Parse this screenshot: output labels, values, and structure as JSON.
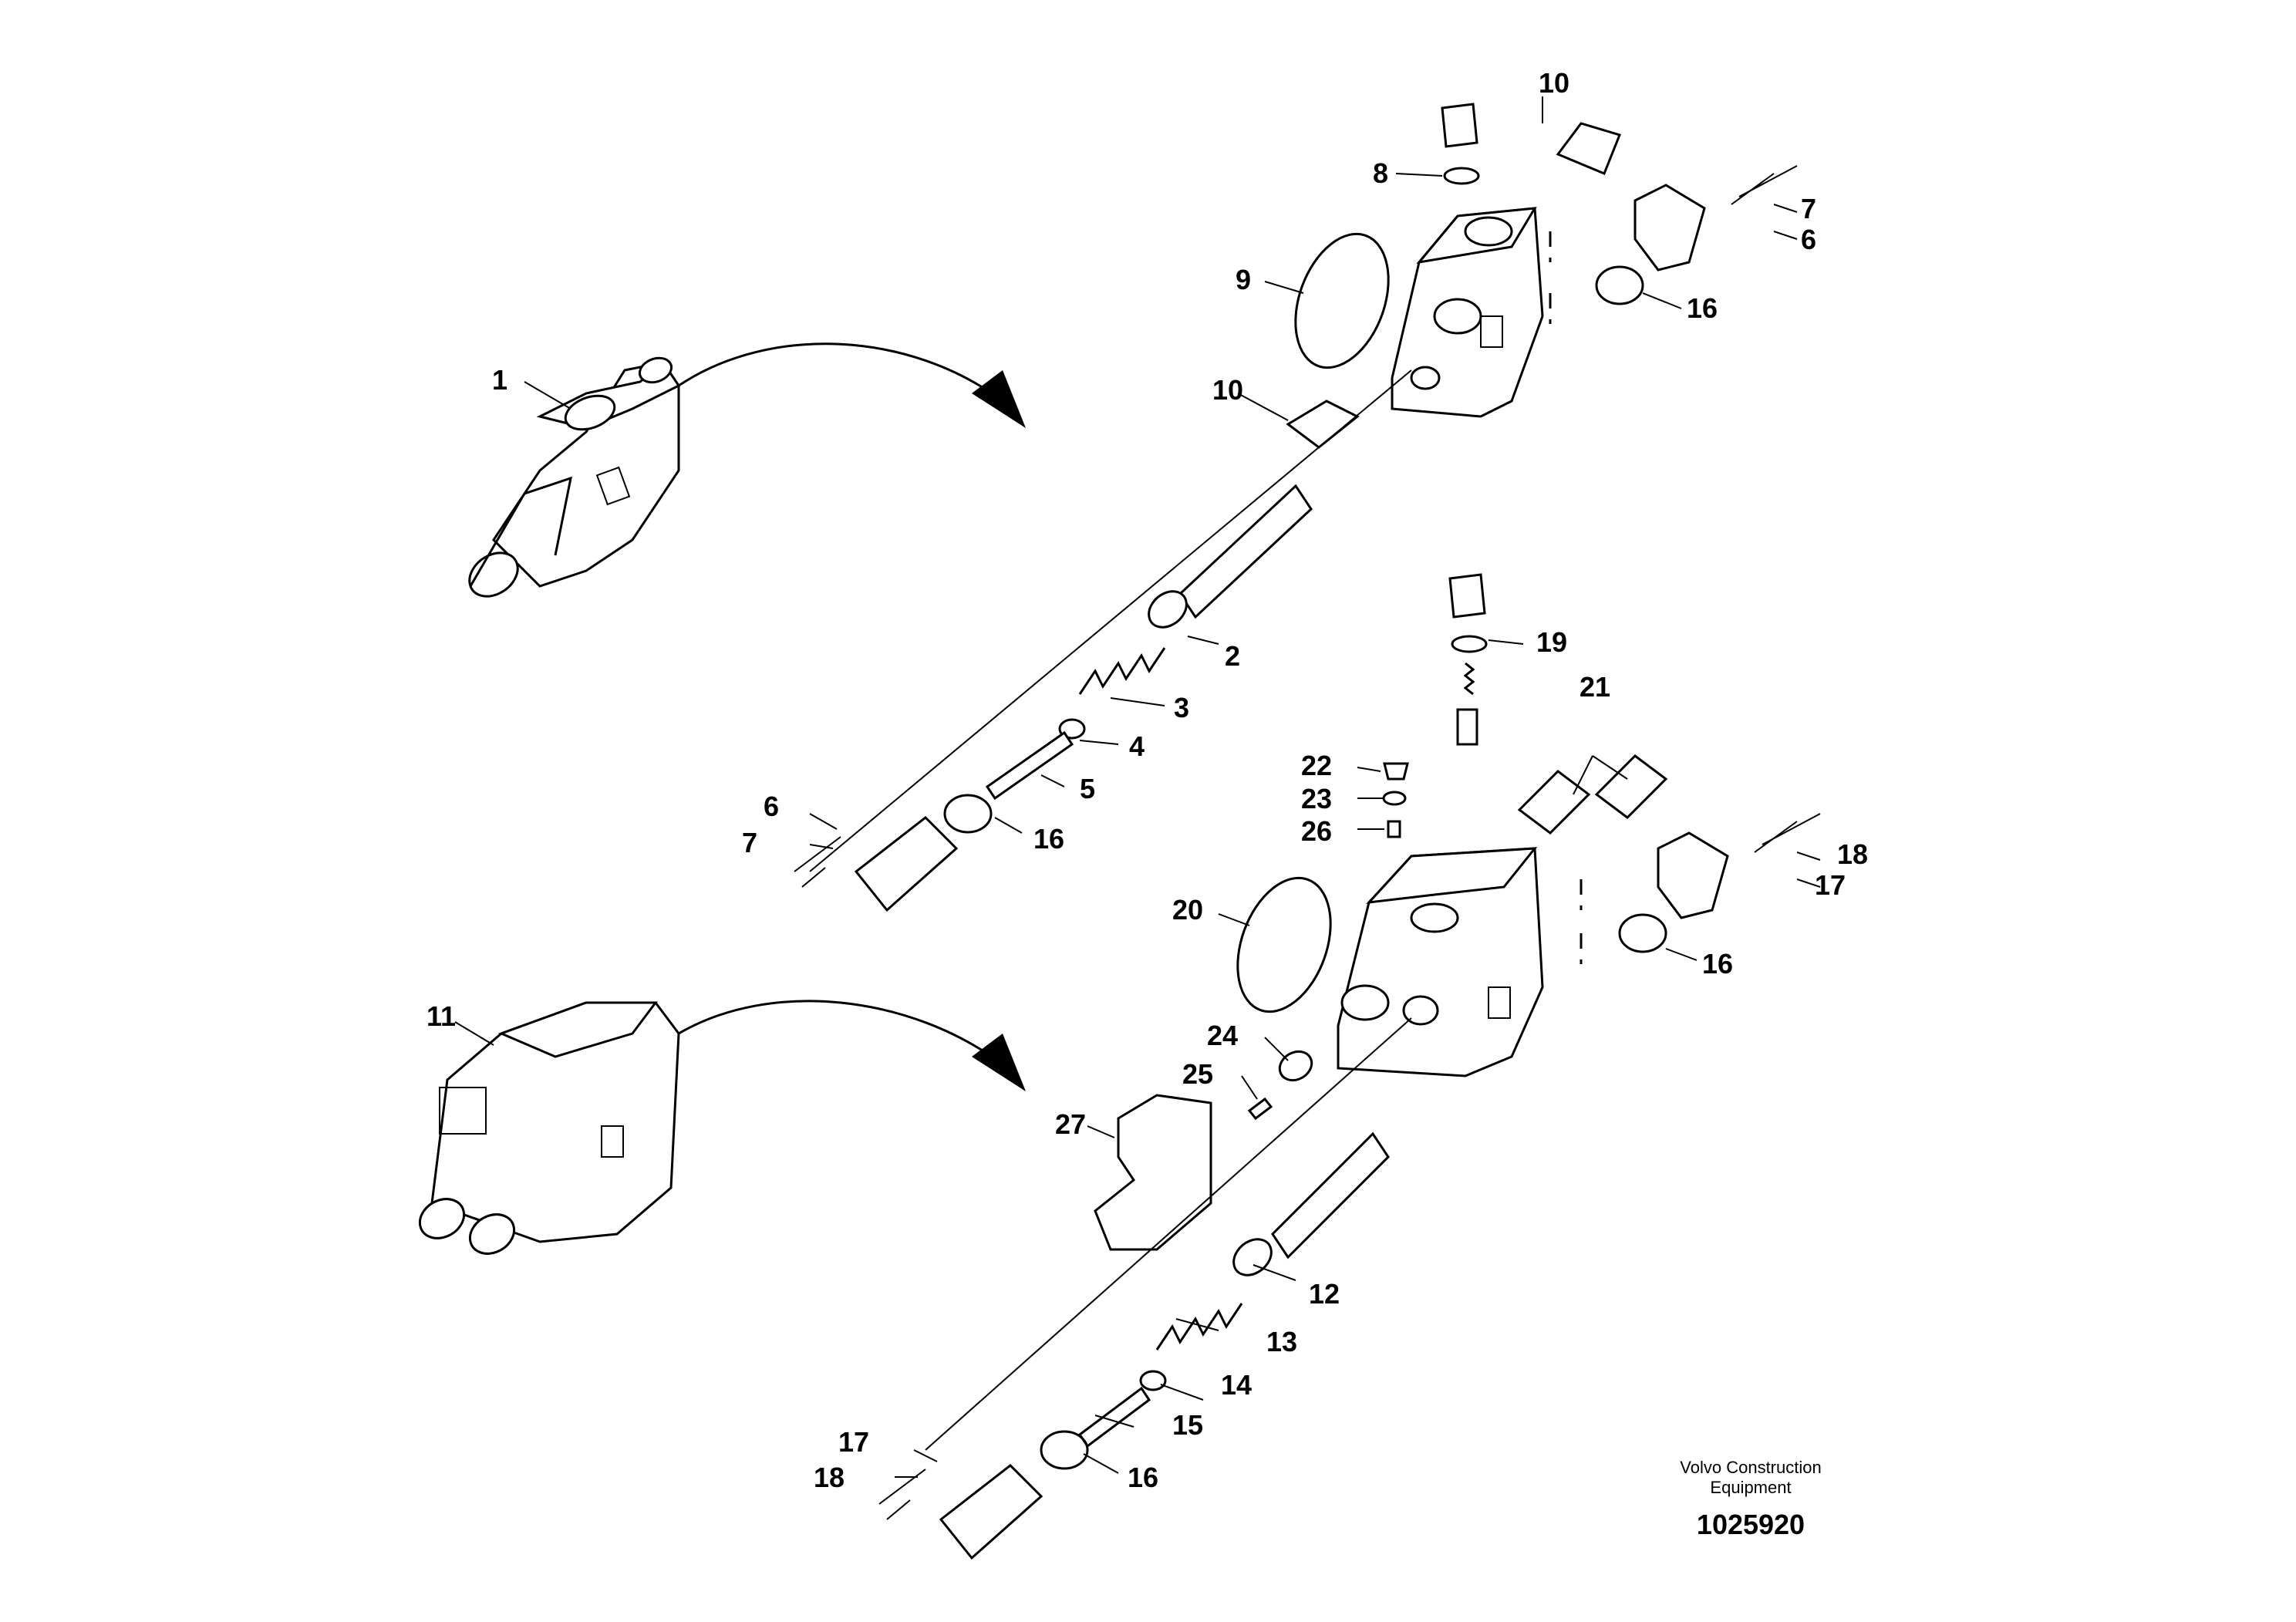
{
  "diagram": {
    "labels": [
      "1",
      "2",
      "3",
      "4",
      "5",
      "6",
      "7",
      "8",
      "9",
      "10",
      "11",
      "12",
      "13",
      "14",
      "15",
      "16",
      "17",
      "18",
      "19",
      "20",
      "21",
      "22",
      "23",
      "24",
      "25",
      "26",
      "27"
    ],
    "label_instances": {
      "p1": "1",
      "p2": "2",
      "p3": "3",
      "p4": "4",
      "p5": "5",
      "p6a": "6",
      "p6b": "6",
      "p7a": "7",
      "p7b": "7",
      "p8": "8",
      "p9": "9",
      "p10a": "10",
      "p10b": "10",
      "p11": "11",
      "p12": "12",
      "p13": "13",
      "p14": "14",
      "p15": "15",
      "p16a": "16",
      "p16b": "16",
      "p16c": "16",
      "p16d": "16",
      "p17a": "17",
      "p17b": "17",
      "p18a": "18",
      "p18b": "18",
      "p19": "19",
      "p20": "20",
      "p21": "21",
      "p22": "22",
      "p23": "23",
      "p24": "24",
      "p25": "25",
      "p26": "26",
      "p27": "27"
    }
  },
  "credit": {
    "line1": "Volvo Construction",
    "line2": "Equipment",
    "number": "1025920"
  }
}
